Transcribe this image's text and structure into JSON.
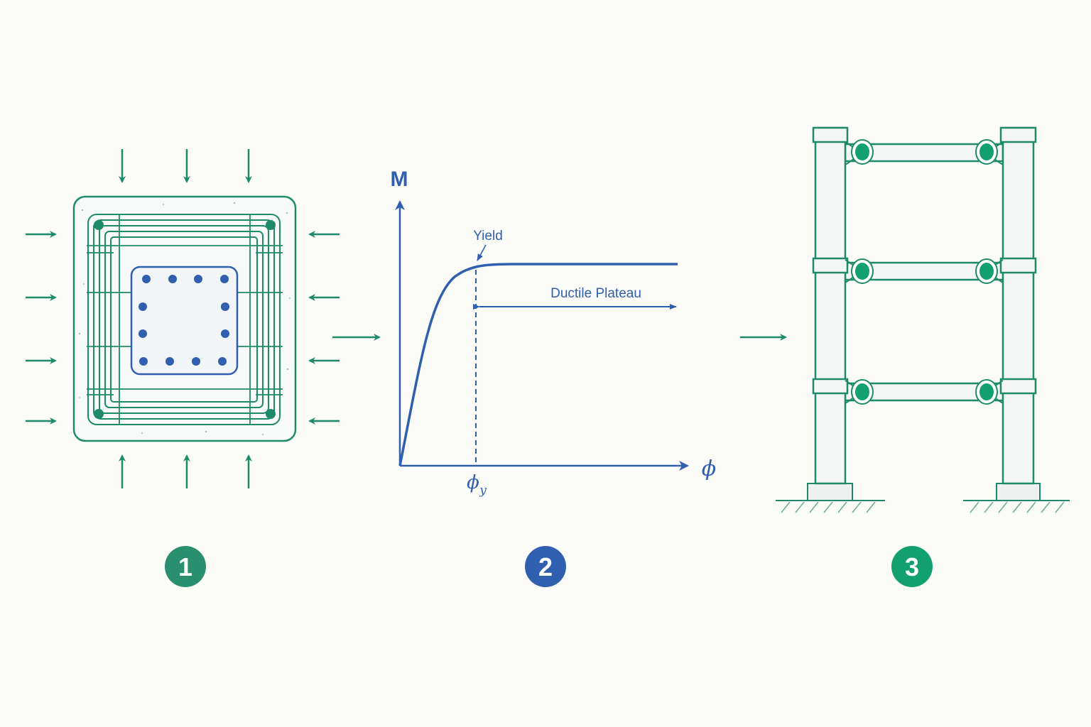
{
  "colors": {
    "green": "#1f8a6a",
    "green_bright": "#12a070",
    "blue": "#2f5fae",
    "background": "#fbfbf8",
    "panel_fill": "#f3f6f5"
  },
  "panel1": {
    "badge": "1",
    "badge_color": "#2a8f6f"
  },
  "panel2": {
    "badge": "2",
    "badge_color": "#2f5fae",
    "y_axis_label": "M",
    "x_axis_label": "ϕ",
    "yield_label": "Yield",
    "yield_tick_label": "ϕ",
    "yield_tick_subscript": "y",
    "plateau_label": "Ductile Plateau"
  },
  "panel3": {
    "badge": "3",
    "badge_color": "#12a070"
  },
  "icons": {
    "flow_arrow_1": "right-arrow-icon",
    "flow_arrow_2": "right-arrow-icon"
  }
}
